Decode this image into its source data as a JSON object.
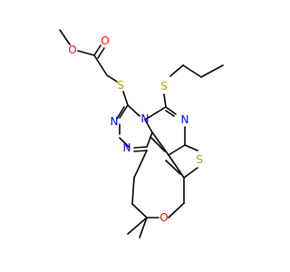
{
  "colors": {
    "background": "#ffffff",
    "bond": "#000000",
    "oxygen": "#ff0000",
    "nitrogen": "#0000ff",
    "sulfur": "#b8a300"
  },
  "atoms": {
    "o_carbonyl": "O",
    "o_ester": "O",
    "s_left": "S",
    "s_right": "S",
    "n_triazole_top": "N",
    "n_pyrimidine": "N",
    "n_triazole_1": "N",
    "n_triazole_2": "N",
    "s_thiophene": "S",
    "o_pyran": "O"
  }
}
